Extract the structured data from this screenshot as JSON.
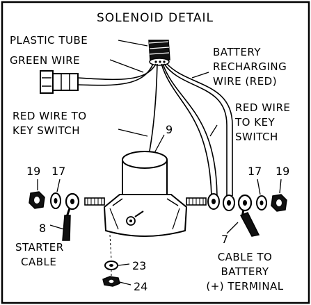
{
  "title": "SOLENOID DETAIL",
  "labels": {
    "plastic_tube": "PLASTIC TUBE",
    "green_wire": "GREEN WIRE",
    "battery_1": "BATTERY",
    "battery_2": "RECHARGING",
    "battery_3": "WIRE (RED)",
    "red_left_1": "RED WIRE TO",
    "red_left_2": "KEY SWITCH",
    "red_right_1": "RED WIRE",
    "red_right_2": "TO KEY",
    "red_right_3": "SWITCH",
    "starter_1": "STARTER",
    "starter_2": "CABLE",
    "cable_1": "CABLE TO",
    "cable_2": "BATTERY",
    "cable_3": "(+) TERMINAL"
  },
  "parts": {
    "p9": "9",
    "p19_left": "19",
    "p17_left": "17",
    "p17_right": "17",
    "p19_right": "19",
    "p8": "8",
    "p7": "7",
    "p23": "23",
    "p24": "24"
  },
  "colors": {
    "ink": "#000000",
    "paper": "#ffffff"
  }
}
